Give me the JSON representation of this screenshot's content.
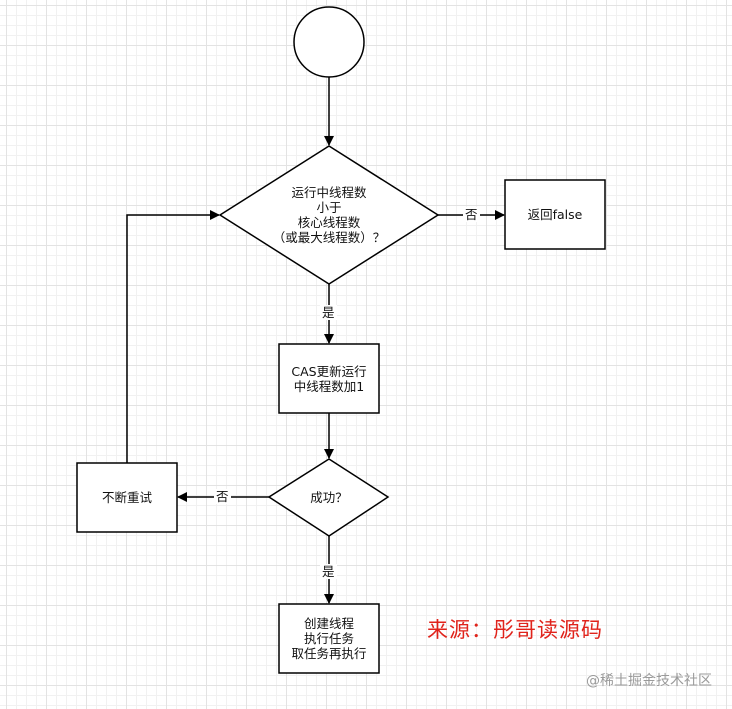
{
  "flowchart": {
    "nodes": {
      "decision_thread_count": [
        "运行中线程数",
        "小于",
        "核心线程数",
        "（或最大线程数）？"
      ],
      "return_false": [
        "返回false"
      ],
      "cas_update": [
        "CAS更新运行",
        "中线程数加1"
      ],
      "decision_success": [
        "成功？"
      ],
      "retry": [
        "不断重试"
      ],
      "create_thread": [
        "创建线程",
        "执行任务",
        "取任务再执行"
      ]
    },
    "edge_labels": {
      "no_to_return": "否",
      "yes_to_cas": "是",
      "no_to_retry": "否",
      "yes_to_create": "是"
    }
  },
  "source_note": "来源：彤哥读源码",
  "watermark": "@稀土掘金技术社区",
  "colors": {
    "stroke": "#000000",
    "source_note": "#e0231b",
    "watermark": "#9a9a9a"
  }
}
